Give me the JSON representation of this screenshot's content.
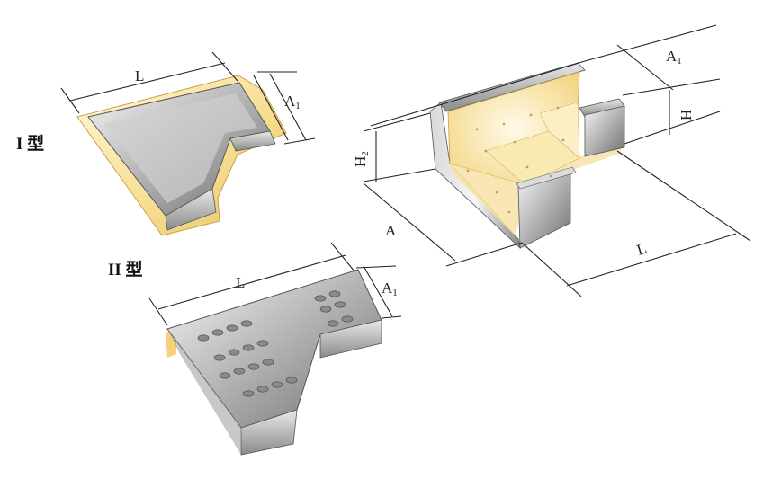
{
  "labels": {
    "type1": "I 型",
    "type2": "II 型",
    "t1_L": "L",
    "t1_A": "A",
    "t1_A_sub": "1",
    "t2_L": "L",
    "t2_A": "A",
    "t2_A_sub": "1",
    "t3_A": "A",
    "t3_A_sub": "1",
    "t3_H": "H",
    "t3_H2": "H",
    "t3_H2_sub": "2",
    "t3_Abig": "A",
    "t3_L": "L"
  },
  "colors": {
    "metal_light": "#f4f4f4",
    "metal_mid": "#b8b8b8",
    "metal_dark": "#6a6a6a",
    "yellow": "#f3d27a",
    "yellow_light": "#fdf3cf",
    "line": "#222222"
  }
}
